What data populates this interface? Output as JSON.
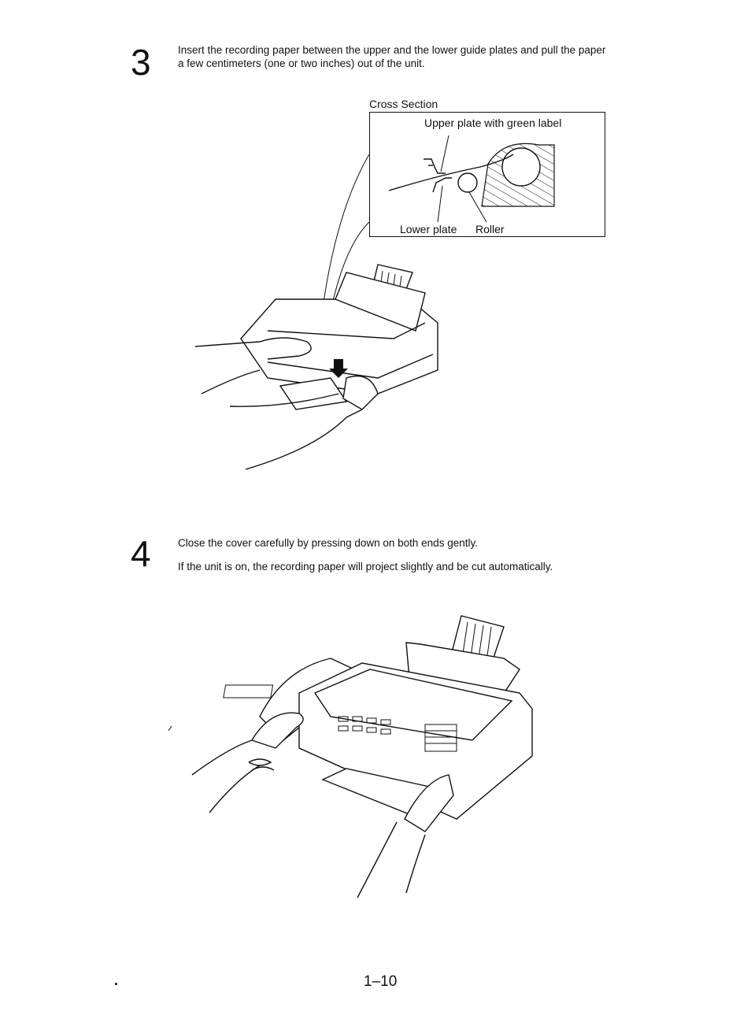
{
  "step3": {
    "number": "3",
    "text_line1": "Insert the recording paper between the upper and the lower guide plates and pull the paper",
    "text_line2": "a few centimeters (one or two inches) out of the unit."
  },
  "cross_section": {
    "title": "Cross Section",
    "upper_plate_label": "Upper plate with green label",
    "lower_plate_label": "Lower plate",
    "roller_label": "Roller"
  },
  "step4": {
    "number": "4",
    "text_line1": "Close the cover carefully by pressing down on both ends gently.",
    "text_line2": "If the unit is on, the recording paper will project slightly and be cut automatically."
  },
  "footer": {
    "page_number": "1–10"
  }
}
